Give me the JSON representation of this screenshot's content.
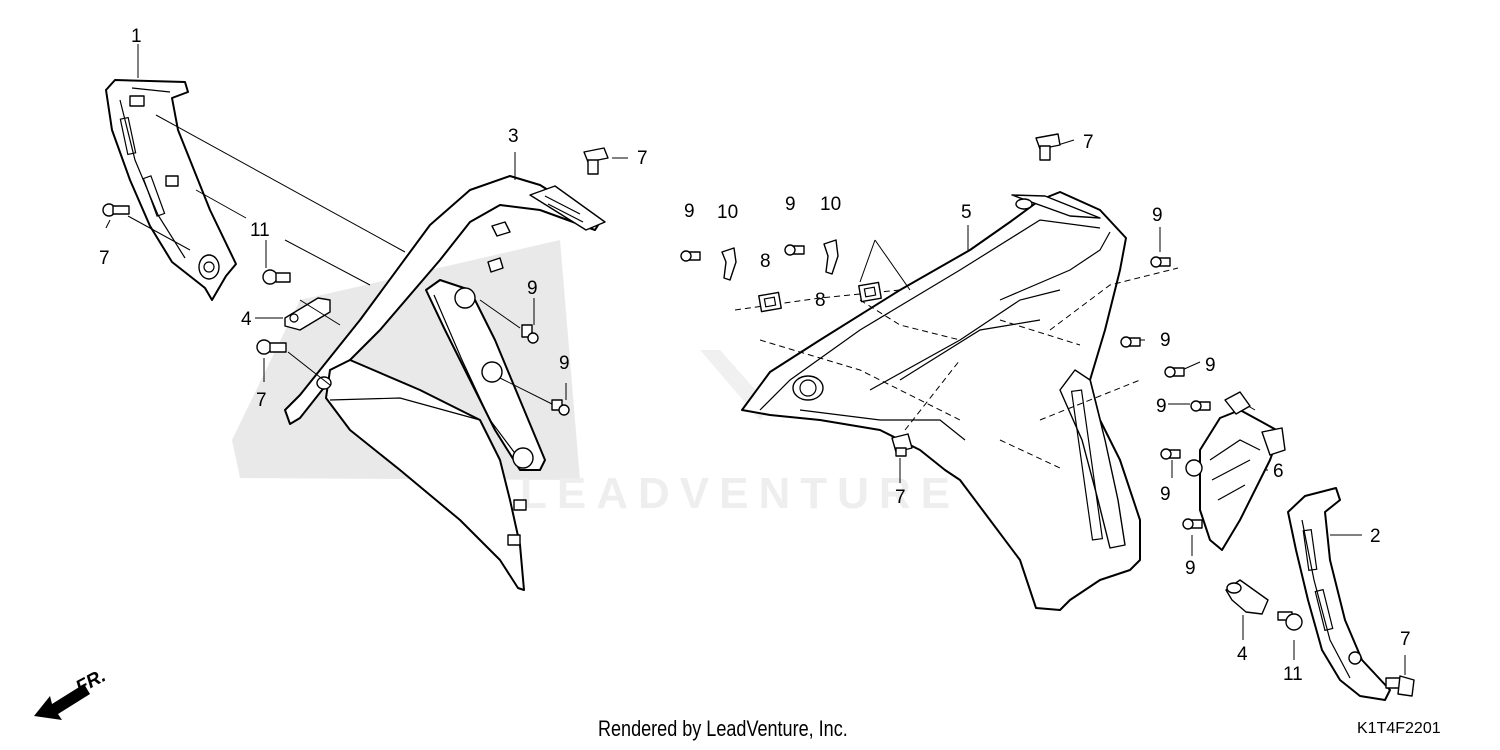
{
  "diagram": {
    "callouts": {
      "c1": "1",
      "c2": "2",
      "c3": "3",
      "c4a": "4",
      "c4b": "4",
      "c5": "5",
      "c6": "6",
      "c7a": "7",
      "c7b": "7",
      "c7c": "7",
      "c7d": "7",
      "c7e": "7",
      "c7f": "7",
      "c8a": "8",
      "c8b": "8",
      "c9a": "9",
      "c9b": "9",
      "c9c": "9",
      "c9d": "9",
      "c9e": "9",
      "c9f": "9",
      "c9g": "9",
      "c9h": "9",
      "c9i": "9",
      "c9j": "9",
      "c10a": "10",
      "c10b": "10",
      "c11a": "11",
      "c11b": "11"
    },
    "direction_label": "FR.",
    "watermark_text": "LEADVENTURE"
  },
  "footer": {
    "credit": "Rendered by LeadVenture, Inc.",
    "code": "K1T4F2201"
  }
}
